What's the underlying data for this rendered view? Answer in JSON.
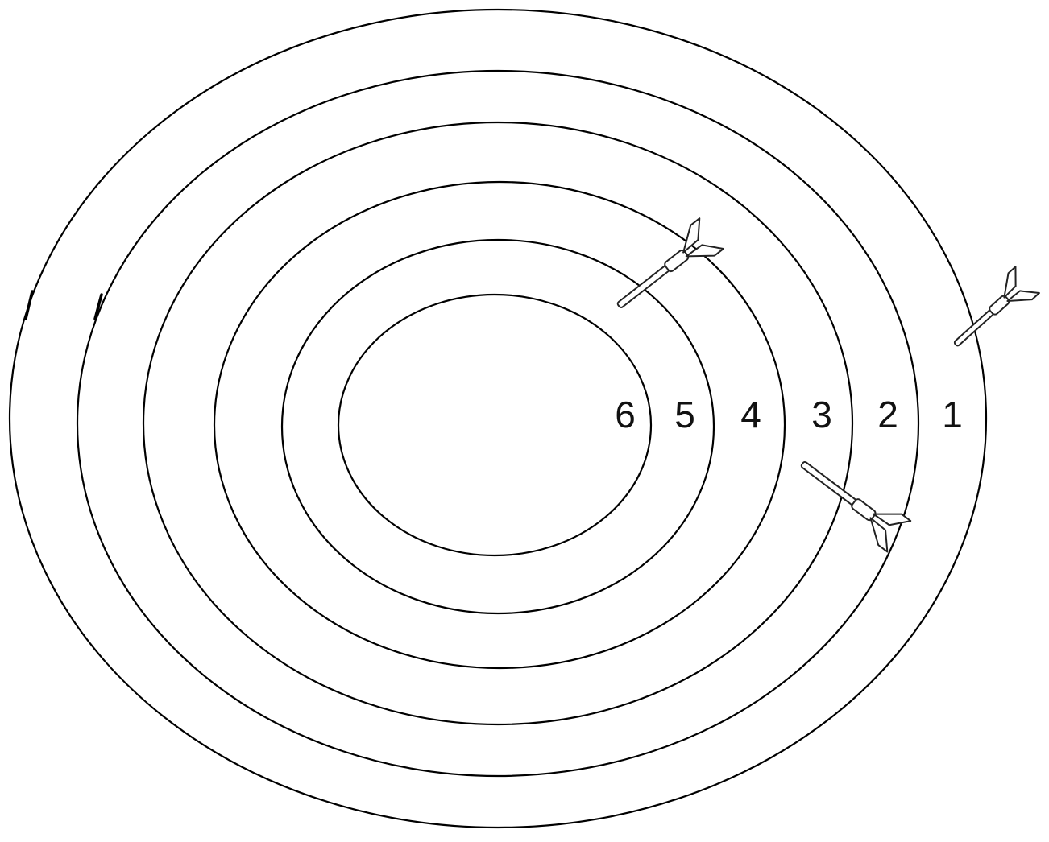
{
  "target": {
    "ring_labels": [
      "6",
      "5",
      "4",
      "3",
      "2",
      "1"
    ],
    "line_color": "#000000",
    "background": "#ffffff"
  },
  "darts": [
    {
      "name": "dart-ring-4-5-boundary",
      "icon": "dart-icon"
    },
    {
      "name": "dart-outer-edge",
      "icon": "dart-icon"
    },
    {
      "name": "dart-ring-2",
      "icon": "dart-icon"
    }
  ]
}
